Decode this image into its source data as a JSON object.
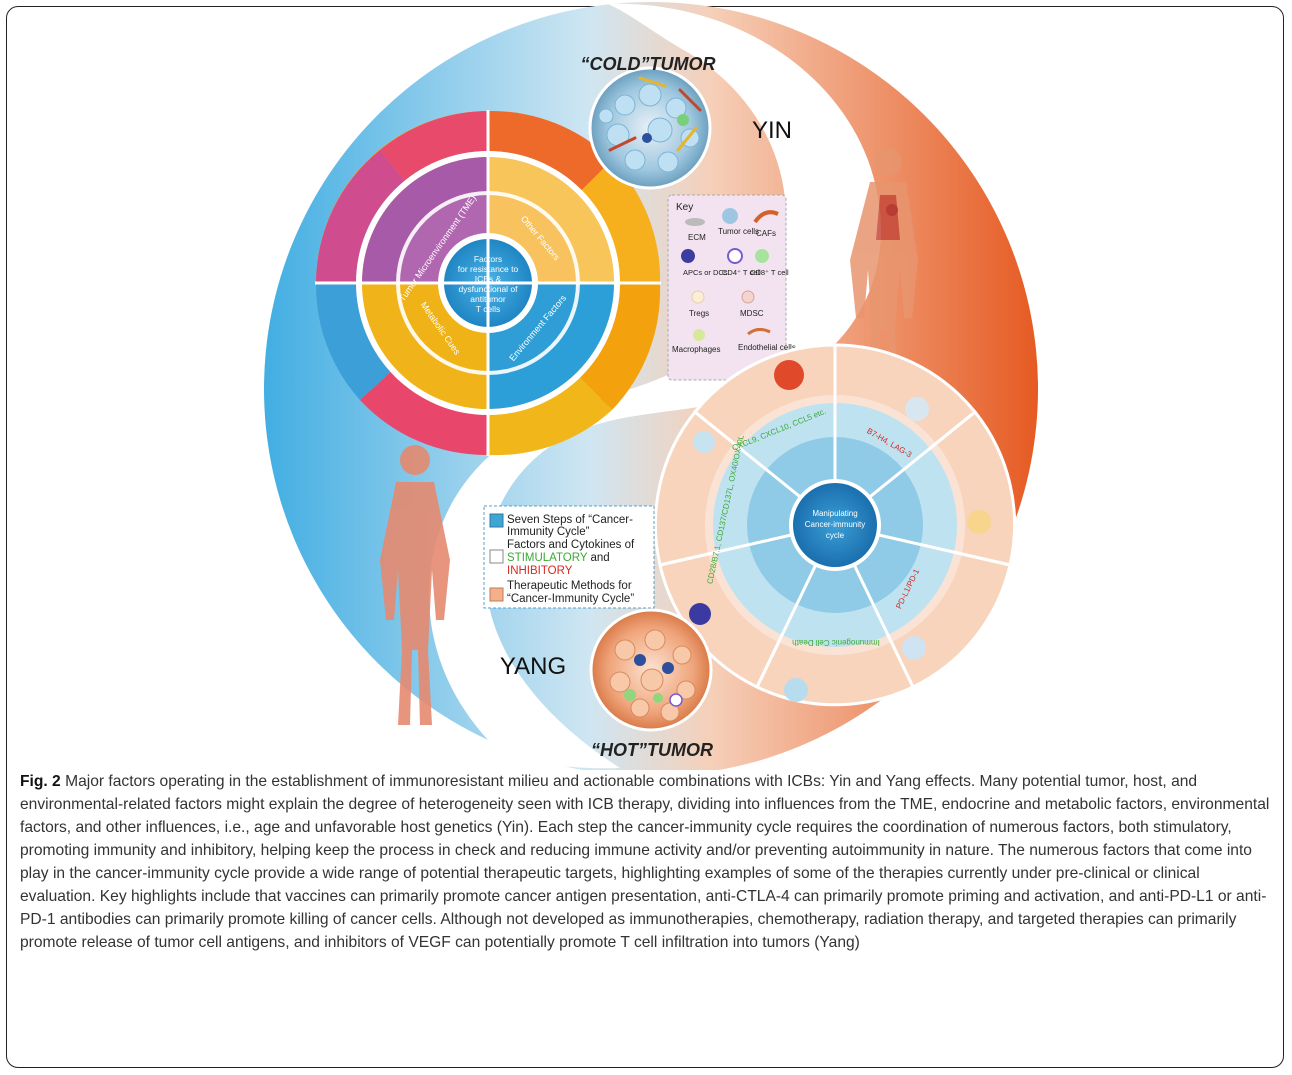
{
  "figure": {
    "cold_tumor_label": "“COLD”TUMOR",
    "hot_tumor_label": "“HOT”TUMOR",
    "yin_label": "YIN",
    "yang_label": "YANG",
    "yin_center": [
      "Factors",
      "for resistance to",
      "ICBs &",
      "dysfunctional of",
      "antitumor",
      "T cells"
    ],
    "yin_inner_sectors": [
      "Tumor Microenvironment (TME)",
      "Other Factors",
      "Environment Factors",
      "Metabolic Cues"
    ],
    "yang_center": [
      "Manipulating",
      "Cancer-immunity",
      "cycle"
    ],
    "yang_stimulatory": [
      "CXCL9, CXCL10, CCL5 etc.",
      "CD28/B7.1, CD137/CD137L, OX40/OX40L",
      "Immunogenic Cell Death"
    ],
    "yang_inhibitory": [
      "PD-L1/PD-1",
      "B7-H4, LAG-3"
    ],
    "key": {
      "title": "Key",
      "items": [
        "ECM",
        "Tumor cells",
        "CAFs",
        "APCs or DCs",
        "CD4⁺ T cell",
        "CD8⁺ T cell",
        "Tregs",
        "MDSC",
        "Macrophages",
        "Endothelial cells"
      ]
    },
    "legend": {
      "item1": [
        "Seven Steps of “Cancer-",
        "Immunity Cycle”"
      ],
      "item2_line1": "Factors and Cytokines of",
      "item2_stim": "STIMULATORY",
      "item2_and": " and",
      "item2_inhib": "INHIBITORY",
      "item3": [
        "Therapeutic Methods for",
        "“Cancer-Immunity Cycle”"
      ]
    },
    "colors": {
      "yin_blue": "#4ab2e4",
      "yang_orange": "#e8622c",
      "stimulatory": "#3aaa35",
      "inhibitory": "#d42a20",
      "legend_steps": "#3fa6d4",
      "legend_therapy": "#f3b08c"
    }
  },
  "caption": {
    "label": "Fig. 2",
    "text": "Major factors operating in the establishment of immunoresistant milieu and actionable combinations with ICBs: Yin and Yang effects. Many potential tumor, host, and environmental-related factors might explain the degree of heterogeneity seen with ICB therapy, dividing into influences from the TME, endocrine and metabolic factors, environmental factors, and other influences, i.e., age and unfavorable host genetics (Yin). Each step the cancer-immunity cycle requires the coordination of numerous factors, both stimulatory, promoting immunity and inhibitory, helping keep the process in check and reducing immune activity and/or preventing autoimmunity in nature. The numerous factors that come into play in the cancer-immunity cycle provide a wide range of potential therapeutic targets, highlighting examples of some of the therapies currently under pre-clinical or clinical evaluation. Key highlights include that vaccines can primarily promote cancer antigen presentation, anti-CTLA-4 can primarily promote priming and activation, and anti-PD-L1 or anti-PD-1 antibodies can primarily promote killing of cancer cells. Although not developed as immunotherapies, chemotherapy, radiation therapy, and targeted therapies can primarily promote release of tumor cell antigens, and inhibitors of VEGF can potentially promote T cell infiltration into tumors (Yang)"
  }
}
